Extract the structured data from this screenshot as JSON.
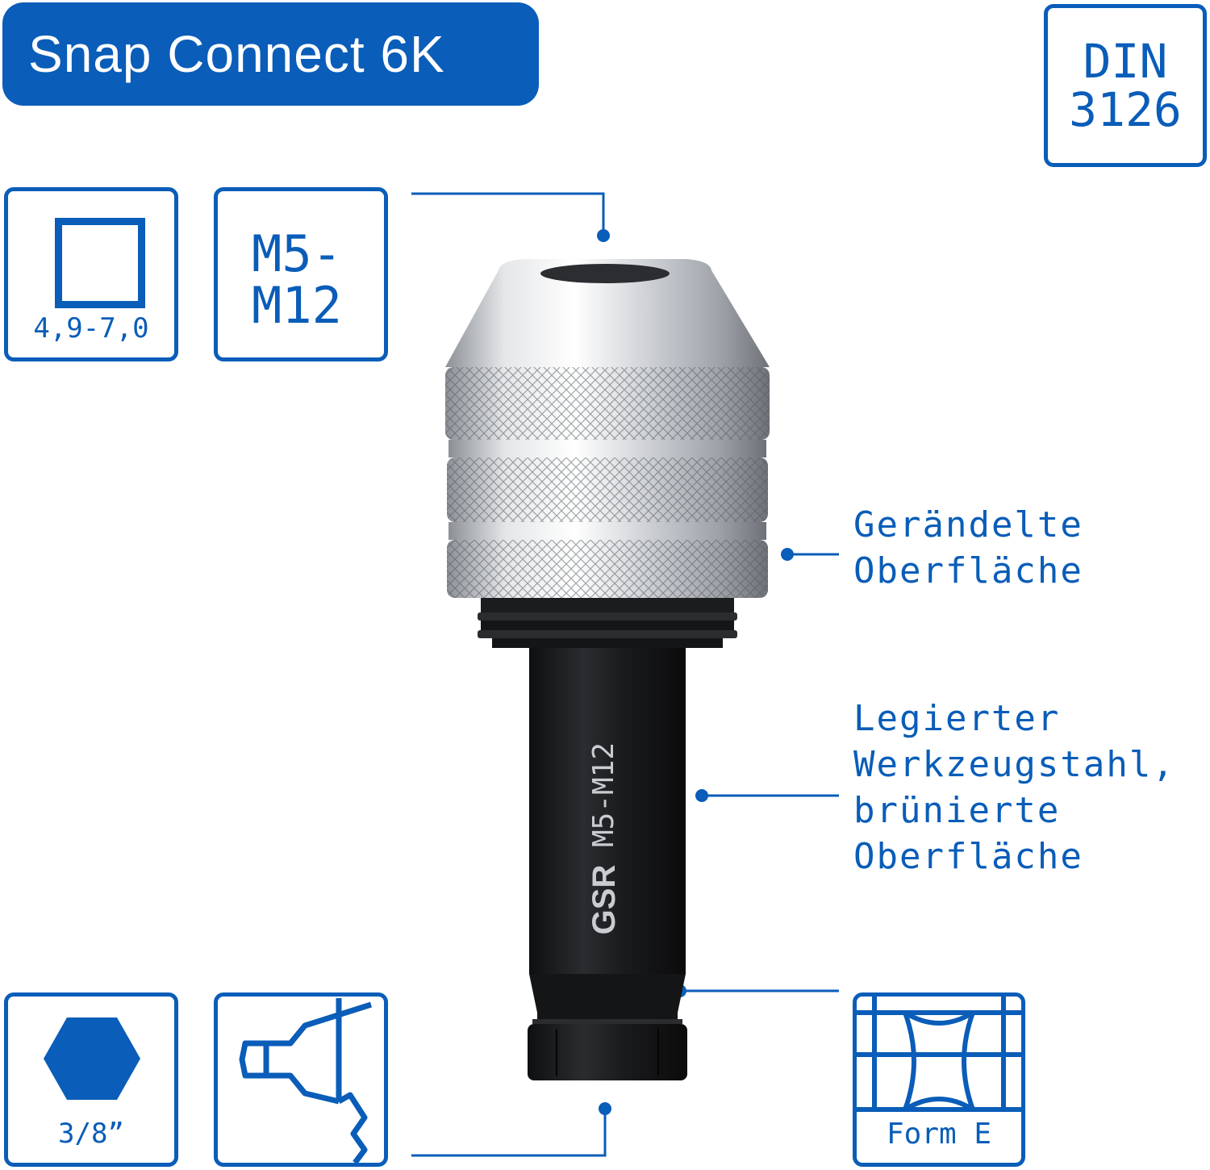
{
  "title": "Snap Connect 6K",
  "badges": {
    "din_line1": "DIN",
    "din_line2": "3126",
    "square_range": "4,9-7,0",
    "thread_line1": "M5-",
    "thread_line2": "M12",
    "hex_size": "3/8”",
    "form": "Form E"
  },
  "callouts": {
    "knurled_line1": "Gerändelte",
    "knurled_line2": "Oberfläche",
    "steel_line1": "Legierter",
    "steel_line2": "Werkzeugstahl,",
    "steel_line3": "brünierte",
    "steel_line4": "Oberfläche"
  },
  "product": {
    "engraving": "M5-M12",
    "brand": "GSR"
  },
  "colors": {
    "accent": "#0a5db8",
    "chrome": "#c9ccd0",
    "shank": "#1c1d1f"
  }
}
